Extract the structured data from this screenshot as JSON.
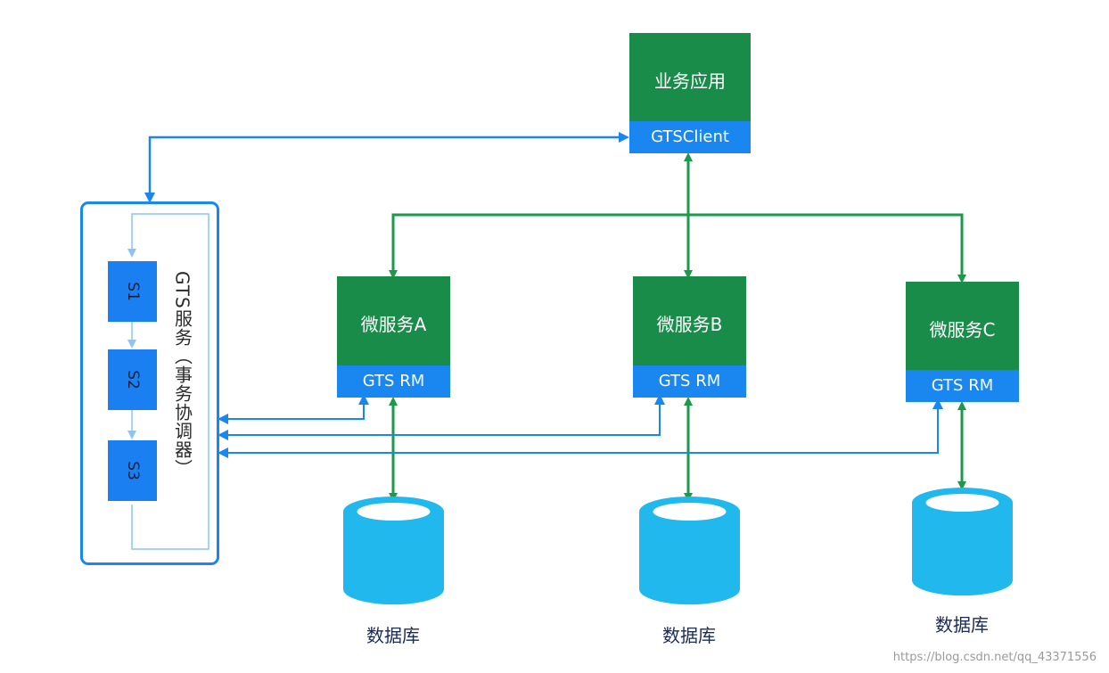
{
  "app": {
    "title": "业务应用",
    "client": "GTSClient"
  },
  "gts_service": {
    "label": "GTS服务（事务协调器）",
    "steps": [
      "S1",
      "S2",
      "S3"
    ]
  },
  "microservices": [
    {
      "name": "微服务A",
      "rm": "GTS RM",
      "db": "数据库"
    },
    {
      "name": "微服务B",
      "rm": "GTS RM",
      "db": "数据库"
    },
    {
      "name": "微服务C",
      "rm": "GTS RM",
      "db": "数据库"
    }
  ],
  "watermark": "https://blog.csdn.net/qq_43371556",
  "colors": {
    "green": "#1a8c4a",
    "blue": "#1a86f0",
    "cylinder": "#21b8ee",
    "arrow_green": "#1a9a4a",
    "arrow_blue": "#1a86f0",
    "inner_flow": "#8cc4f5"
  }
}
